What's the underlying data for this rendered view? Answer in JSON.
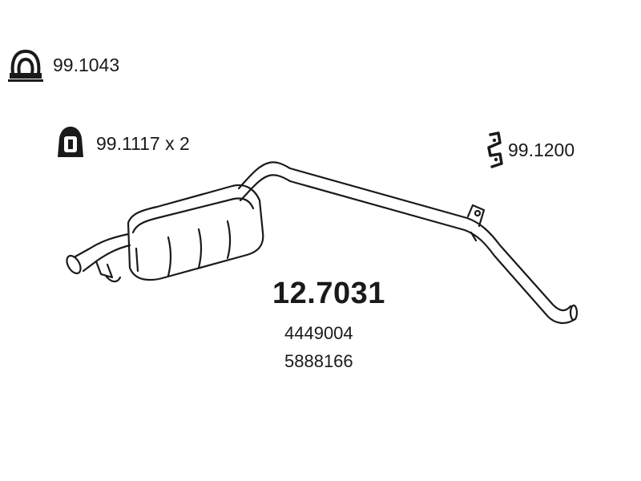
{
  "accessories": [
    {
      "icon": "clamp-icon",
      "part": "99.1043"
    },
    {
      "icon": "rubber-hanger-icon",
      "part": "99.1117 x 2"
    },
    {
      "icon": "bracket-icon",
      "part": "99.1200"
    }
  ],
  "product": {
    "part_number": "12.7031",
    "oem_numbers": [
      "4449004",
      "5888166"
    ]
  },
  "colors": {
    "line": "#1a1a1a",
    "fill": "#ffffff"
  }
}
